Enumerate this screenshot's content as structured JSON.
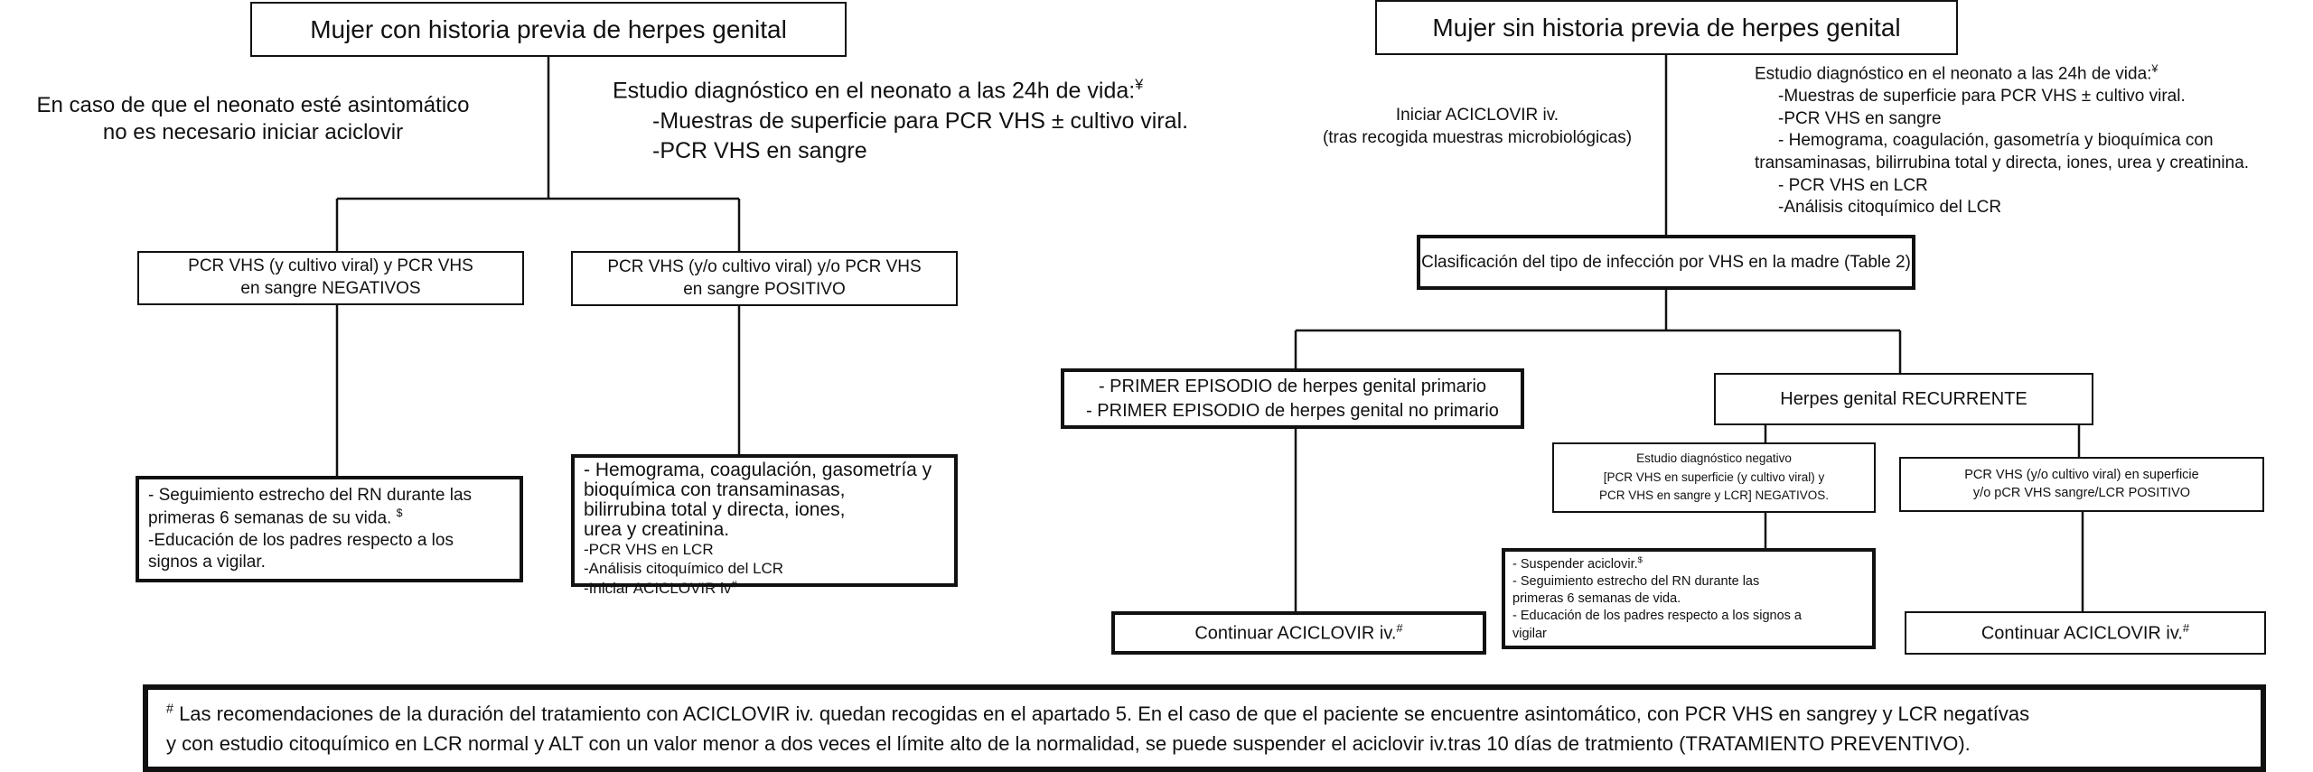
{
  "left": {
    "title": "Mujer con historia previa de herpes genital",
    "asymptomatic_note": {
      "line1": "En caso de que el neonato esté asintomático",
      "line2": "no es necesario iniciar aciclovir"
    },
    "study": {
      "heading": "Estudio diagnóstico en el neonato a las 24h de vida:",
      "heading_mark": "¥",
      "items": [
        "-Muestras de superficie para PCR VHS ± cultivo viral.",
        "-PCR VHS en sangre"
      ]
    },
    "negative_box": {
      "line1": "PCR VHS (y cultivo viral) y PCR VHS",
      "line2": "en sangre NEGATIVOS"
    },
    "positive_box": {
      "line1": "PCR VHS (y/o cultivo viral) y/o PCR VHS",
      "line2": "en sangre POSITIVO"
    },
    "followup_box": {
      "line1": "- Seguimiento estrecho del RN durante las",
      "line2": "primeras 6 semanas de su vida.",
      "line2_mark": "$",
      "line3": "-Educación de los padres respecto a los",
      "line4": "signos a vigilar."
    },
    "workup_box": {
      "line1": "- Hemograma, coagulación, gasometría y",
      "line2": "bioquímica con transaminasas,",
      "line3": "bilirrubina total y directa, iones,",
      "line4": "urea y creatinina.",
      "line5": "-PCR VHS en LCR",
      "line6": "-Análisis citoquímico del LCR",
      "line7": "-Iniciar ACICLOVIR iv",
      "line7_mark": "#"
    }
  },
  "right": {
    "title": "Mujer sin historia previa de herpes genital",
    "start_acyclovir": {
      "line1": "Iniciar ACICLOVIR iv.",
      "line2": "(tras recogida muestras microbiológicas)"
    },
    "study": {
      "heading": "Estudio diagnóstico en el neonato a las 24h de vida:",
      "heading_mark": "¥",
      "items": [
        "-Muestras de superficie para PCR VHS ± cultivo viral.",
        "-PCR VHS en sangre",
        "- Hemograma, coagulación, gasometría y bioquímica con",
        "transaminasas, bilirrubina total y directa, iones, urea y creatinina.",
        "- PCR VHS en LCR",
        "-Análisis citoquímico del LCR"
      ]
    },
    "classification_box": "Clasificación del tipo de infección por VHS en la madre (Table 2)",
    "first_episode_box": {
      "line1": "- PRIMER EPISODIO de herpes genital primario",
      "line2": "- PRIMER EPISODIO de herpes genital no primario"
    },
    "recurrent_box": "Herpes genital RECURRENTE",
    "negative_study_box": {
      "line1": "Estudio diagnóstico negativo",
      "line2": "[PCR VHS en superficie (y cultivo viral) y",
      "line3": "PCR VHS en  sangre  y LCR] NEGATIVOS."
    },
    "positive_box": {
      "line1": "PCR VHS (y/o cultivo viral) en superficie",
      "line2": "y/o pCR VHS sangre/LCR POSITIVO"
    },
    "suspend_box": {
      "line1": "- Suspender aciclovir.",
      "line1_mark": "$",
      "line2": "- Seguimiento estrecho del RN durante las",
      "line3": "primeras 6 semanas de  vida.",
      "line4": "- Educación de los padres respecto a los signos a",
      "line5": "vigilar"
    },
    "continue_left_box": {
      "text": "Continuar ACICLOVIR iv.",
      "mark": "#"
    },
    "continue_right_box": {
      "text": "Continuar ACICLOVIR  iv.",
      "mark": "#"
    }
  },
  "footer": {
    "mark": "#",
    "line1": " Las recomendaciones de la duración del tratamiento con ACICLOVIR iv. quedan recogidas en el apartado 5. En el caso de que el paciente se encuentre asintomático, con PCR VHS en sangrey y LCR negatívas",
    "line2": "y con estudio citoquímico en LCR normal y ALT con un valor menor a dos veces el límite alto de la normalidad,  se puede  suspender el aciclovir iv.tras 10 días de tratmiento (TRATAMIENTO PREVENTIVO)."
  }
}
